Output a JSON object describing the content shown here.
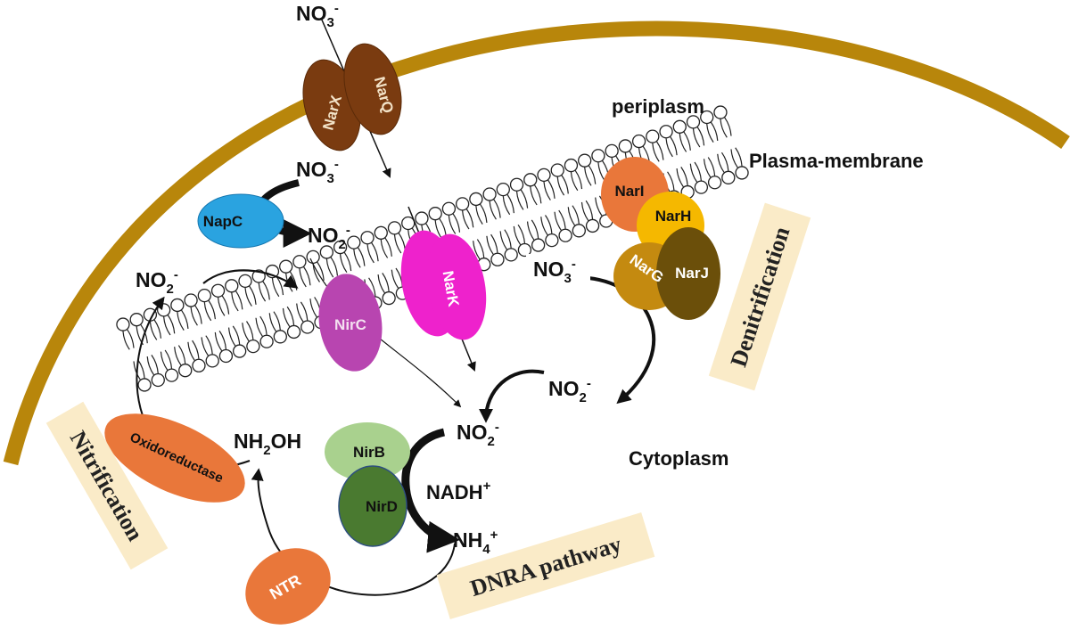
{
  "colors": {
    "cell_wall": "#b8860b",
    "lipid_head": "#ffffff",
    "lipid_stroke": "#222222",
    "label_box": "#faebc8",
    "NarQ": "#7a3b10",
    "NarX": "#7a3b10",
    "NapC": "#2aa3e0",
    "NirC": "#b845b0",
    "NarK": "#ee22cc",
    "NarI": "#e9773a",
    "NarH": "#f5b800",
    "NarG": "#c48a10",
    "NarJ": "#6b4f0a",
    "NirB": "#a9d18e",
    "NirD": "#4a7a30",
    "Oxidoreductase": "#e9773a",
    "NTR": "#e9773a"
  },
  "regions": {
    "periplasm": "periplasm",
    "membrane": "Plasma-membrane",
    "cytoplasm": "Cytoplasm"
  },
  "pathways": {
    "nitrification": "Nitrification",
    "denitrification": "Denitrification",
    "dnra": "DNRA pathway"
  },
  "proteins": {
    "narq": "NarQ",
    "narx": "NarX",
    "napc": "NapC",
    "nirc": "NirC",
    "nark": "NarK",
    "nari": "NarI",
    "narh": "NarH",
    "narg": "NarG",
    "narj": "NarJ",
    "nirb": "NirB",
    "nird": "NirD",
    "oxidoreductase": "Oxidoreductase",
    "ntr": "NTR"
  },
  "molecules": {
    "no3_top": {
      "base": "NO",
      "sub": "3",
      "sup": "-"
    },
    "no3_periplasm": {
      "base": "NO",
      "sub": "3",
      "sup": "-"
    },
    "no2_napc": {
      "base": "NO",
      "sub": "2",
      "sup": "-"
    },
    "no2_left": {
      "base": "NO",
      "sub": "2",
      "sup": "-"
    },
    "no3_cyto": {
      "base": "NO",
      "sub": "3",
      "sup": "-"
    },
    "no2_right": {
      "base": "NO",
      "sub": "2",
      "sup": "-"
    },
    "no2_center": {
      "base": "NO",
      "sub": "2",
      "sup": "-"
    },
    "nh2oh": {
      "base": "NH",
      "sub": "2",
      "rest": "OH"
    },
    "nadh": {
      "base": "NADH",
      "sup": "+"
    },
    "nh4": {
      "base": "NH",
      "sub": "4",
      "sup": "+"
    }
  }
}
